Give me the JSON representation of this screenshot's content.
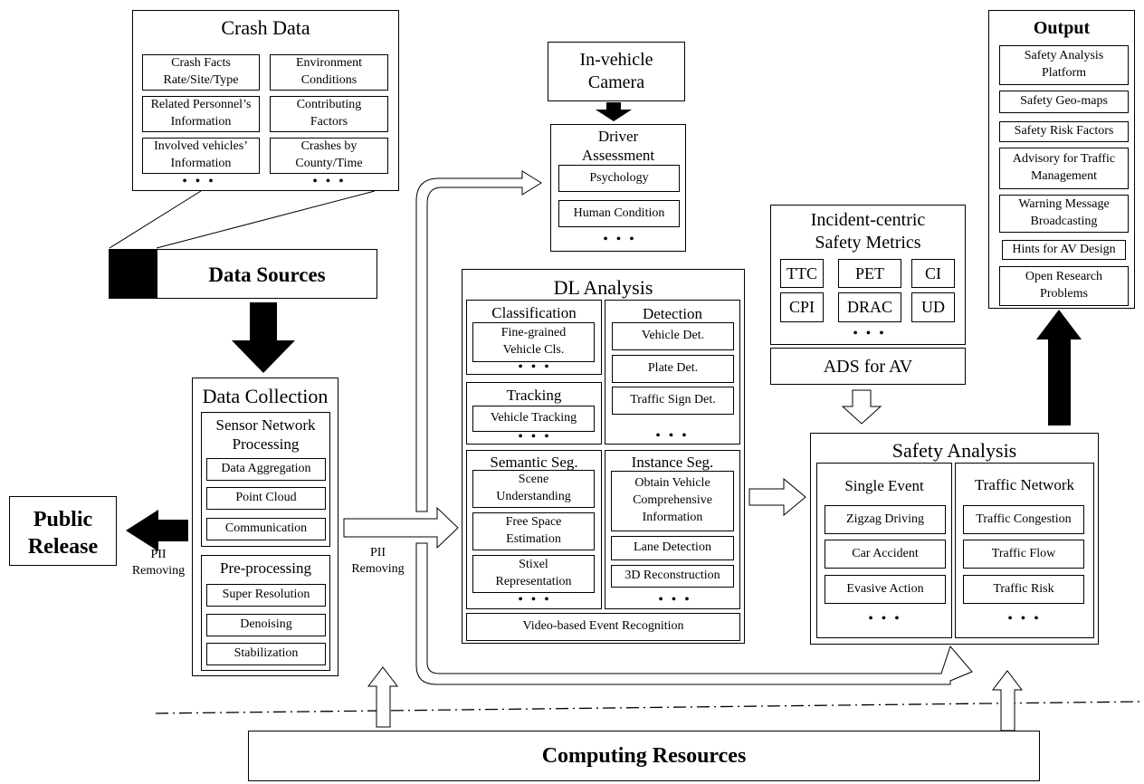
{
  "crash_data": {
    "title": "Crash Data",
    "items": [
      "Crash Facts\nRate/Site/Type",
      "Environment\nConditions",
      "Related Personnel’s\nInformation",
      "Contributing\nFactors",
      "Involved vehicles’\nInformation",
      "Crashes by\nCounty/Time"
    ],
    "ellipsis": "• • •"
  },
  "data_sources": {
    "label": "Data Sources"
  },
  "data_collection": {
    "title": "Data Collection",
    "sensor": {
      "title": "Sensor Network\nProcessing",
      "items": [
        "Data Aggregation",
        "Point Cloud",
        "Communication"
      ]
    },
    "preprocessing": {
      "title": "Pre-processing",
      "items": [
        "Super Resolution",
        "Denoising",
        "Stabilization"
      ]
    }
  },
  "public_release": {
    "label": "Public\nRelease",
    "pii_label": "PII\nRemoving"
  },
  "pii_right_label": "PII\nRemoving",
  "camera": {
    "label": "In-vehicle\nCamera"
  },
  "driver": {
    "title": "Driver\nAssessment",
    "items": [
      "Psychology",
      "Human Condition"
    ],
    "ellipsis": "• • •"
  },
  "dl": {
    "title": "DL Analysis",
    "classification": {
      "title": "Classification",
      "items": [
        "Fine-grained\nVehicle Cls."
      ]
    },
    "detection": {
      "title": "Detection",
      "items": [
        "Vehicle Det.",
        "Plate Det.",
        "Traffic Sign Det."
      ]
    },
    "tracking": {
      "title": "Tracking",
      "items": [
        "Vehicle Tracking"
      ]
    },
    "semantic": {
      "title": "Semantic Seg.",
      "items": [
        "Scene\nUnderstanding",
        "Free Space\nEstimation",
        "Stixel\nRepresentation"
      ]
    },
    "instance": {
      "title": "Instance Seg.",
      "items": [
        "Obtain Vehicle\nComprehensive\nInformation",
        "Lane Detection",
        "3D Reconstruction"
      ]
    },
    "video_event": "Video-based Event Recognition",
    "ellipsis": "• • •"
  },
  "metrics": {
    "title": "Incident-centric\nSafety Metrics",
    "items": [
      "TTC",
      "PET",
      "CI",
      "CPI",
      "DRAC",
      "UD"
    ],
    "ellipsis": "• • •"
  },
  "ads": {
    "label": "ADS for AV"
  },
  "safety": {
    "title": "Safety Analysis",
    "single": {
      "title": "Single Event",
      "items": [
        "Zigzag Driving",
        "Car Accident",
        "Evasive Action"
      ]
    },
    "network": {
      "title": "Traffic Network",
      "items": [
        "Traffic Congestion",
        "Traffic Flow",
        "Traffic Risk"
      ]
    },
    "ellipsis": "• • •"
  },
  "output": {
    "title": "Output",
    "items": [
      "Safety Analysis\nPlatform",
      "Safety Geo-maps",
      "Safety Risk Factors",
      "Advisory for Traffic\nManagement",
      "Warning Message\nBroadcasting",
      "Hints for AV Design",
      "Open Research\nProblems"
    ]
  },
  "computing": {
    "label": "Computing Resources"
  }
}
